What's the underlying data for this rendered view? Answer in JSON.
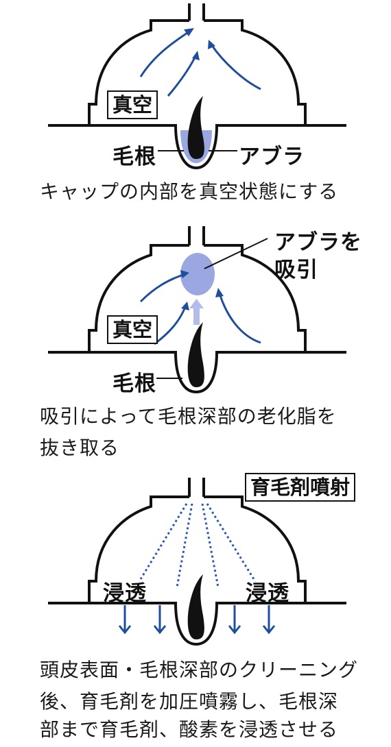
{
  "colors": {
    "ink": "#111111",
    "arrow": "#1f4e9c",
    "fat": "#9aa7e0",
    "fat_light": "#b4bce8",
    "spray": "#2b58b0"
  },
  "panel1": {
    "vacuum_label": "真空",
    "hair_root_label": "毛根",
    "fat_label": "アブラ",
    "caption": "キャップの内部を真空状態にする"
  },
  "panel2": {
    "vacuum_label": "真空",
    "hair_root_label": "毛根",
    "suction_label_line1": "アブラを",
    "suction_label_line2": "吸引",
    "caption_line1": "吸引によって毛根深部の老化脂を",
    "caption_line2": "抜き取る"
  },
  "panel3": {
    "spray_label": "育毛剤噴射",
    "penetrate_left": "浸透",
    "penetrate_right": "浸透",
    "caption_line1": "頭皮表面・毛根深部のクリーニング",
    "caption_line2": "後、育毛剤を加圧噴霧し、毛根深",
    "caption_line3": "部まで育毛剤、酸素を浸透させる"
  }
}
